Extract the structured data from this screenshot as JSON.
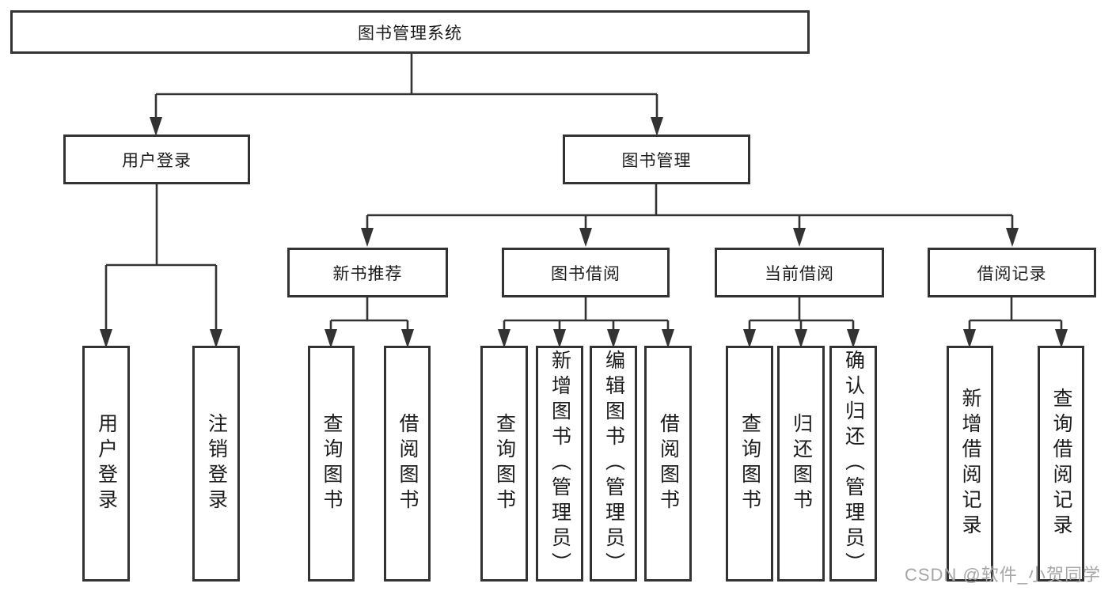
{
  "tree": {
    "root": {
      "label": "图书管理系统",
      "children": [
        {
          "label": "用户登录",
          "children": [
            {
              "label": "用户登录"
            },
            {
              "label": "注销登录"
            }
          ]
        },
        {
          "label": "图书管理",
          "children": [
            {
              "label": "新书推荐",
              "children": [
                {
                  "label": "查询图书"
                },
                {
                  "label": "借阅图书"
                }
              ]
            },
            {
              "label": "图书借阅",
              "children": [
                {
                  "label": "查询图书"
                },
                {
                  "label": "新增图书（管理员）"
                },
                {
                  "label": "编辑图书（管理员）"
                },
                {
                  "label": "借阅图书"
                }
              ]
            },
            {
              "label": "当前借阅",
              "children": [
                {
                  "label": "查询图书"
                },
                {
                  "label": "归还图书"
                },
                {
                  "label": "确认归还（管理员）"
                }
              ]
            },
            {
              "label": "借阅记录",
              "children": [
                {
                  "label": "新增借阅记录"
                },
                {
                  "label": "查询借阅记录"
                }
              ]
            }
          ]
        }
      ]
    }
  },
  "watermark": {
    "text": "CSDN @软件_小贺同学"
  },
  "colors": {
    "line": "#333333",
    "text": "#1c1c1c",
    "watermark": "#a6a6a6",
    "background": "#ffffff"
  }
}
